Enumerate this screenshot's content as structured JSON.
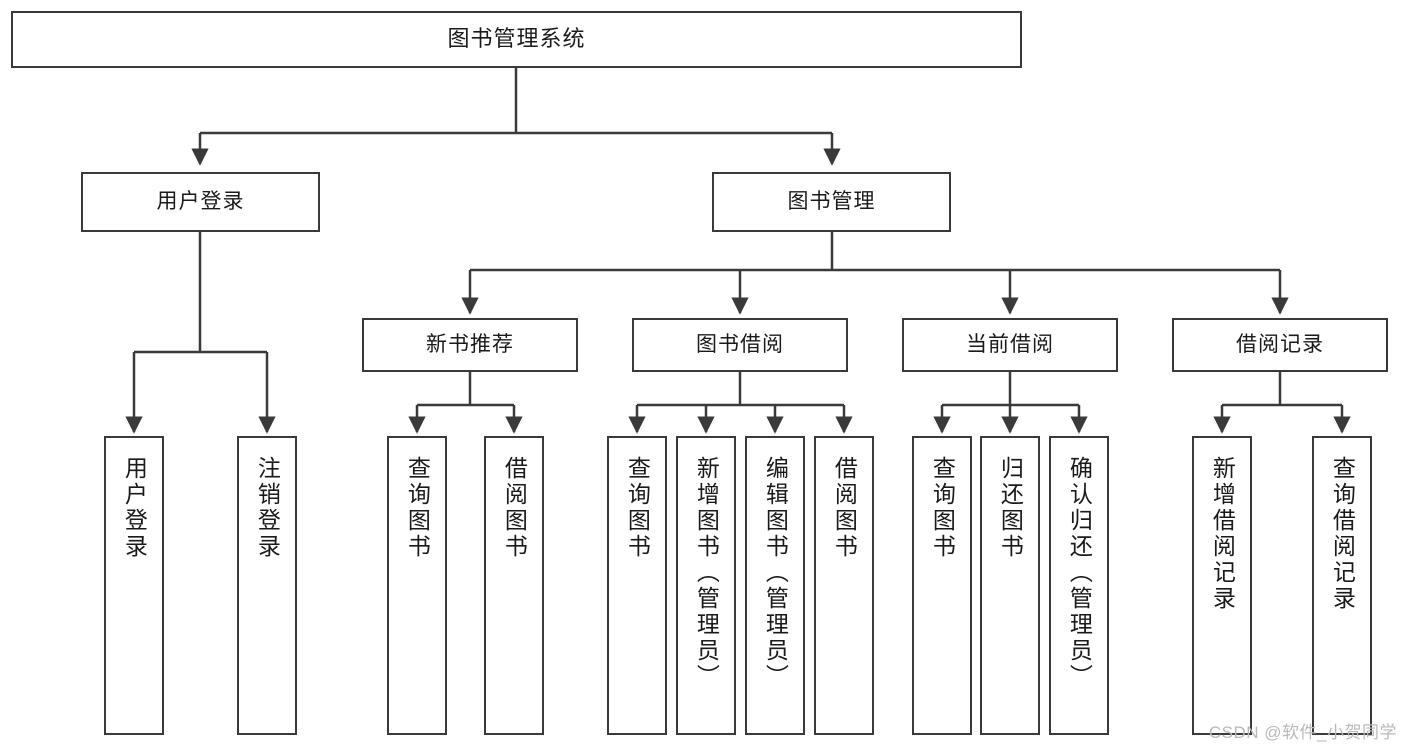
{
  "diagram": {
    "title": "图书管理系统",
    "type": "hierarchy-tree",
    "watermark": "CSDN @软件_小贺同学",
    "colors": {
      "box_border": "#3a3a3a",
      "box_fill": "#ffffff",
      "edge": "#3a3a3a",
      "text": "#1a1a1a",
      "watermark": "#b9b9b9"
    },
    "root": {
      "label": "图书管理系统"
    },
    "level2": [
      {
        "label": "用户登录"
      },
      {
        "label": "图书管理"
      }
    ],
    "level3": [
      {
        "label": "新书推荐"
      },
      {
        "label": "图书借阅"
      },
      {
        "label": "当前借阅"
      },
      {
        "label": "借阅记录"
      }
    ],
    "leaves": {
      "user_login": [
        {
          "label": "用户登录"
        },
        {
          "label": "注销登录"
        }
      ],
      "new_book": [
        {
          "label": "查询图书"
        },
        {
          "label": "借阅图书"
        }
      ],
      "borrow": [
        {
          "label": "查询图书"
        },
        {
          "label": "新增图书（管理员）"
        },
        {
          "label": "编辑图书（管理员）"
        },
        {
          "label": "借阅图书"
        }
      ],
      "current": [
        {
          "label": "查询图书"
        },
        {
          "label": "归还图书"
        },
        {
          "label": "确认归还（管理员）"
        }
      ],
      "records": [
        {
          "label": "新增借阅记录"
        },
        {
          "label": "查询借阅记录"
        }
      ]
    }
  }
}
